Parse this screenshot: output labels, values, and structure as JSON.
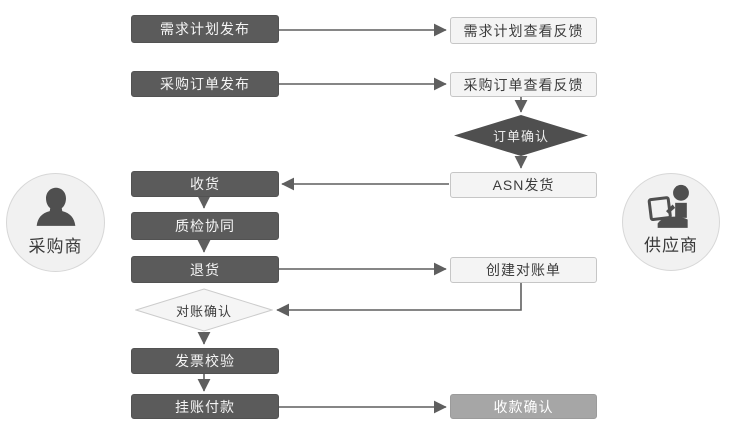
{
  "diagram": {
    "type": "flowchart",
    "colors": {
      "dark_node": "#5b5b5b",
      "dark_diamond": "#4f4f4f",
      "light_node_bg": "#f4f4f4",
      "light_node_border": "#c6c6c6",
      "gray_node": "#a6a6a6",
      "line": "#5f5f5f",
      "text_dark": "#3c3c3c",
      "text_light": "#ffffff",
      "actor_bg": "#f1f1f1",
      "actor_icon": "#4f4f4f"
    }
  },
  "actors": {
    "buyer": {
      "label": "采购商",
      "icon": "person-icon"
    },
    "supplier": {
      "label": "供应商",
      "icon": "person-laptop-icon"
    }
  },
  "left_column": [
    {
      "label": "需求计划发布",
      "type": "process"
    },
    {
      "label": "采购订单发布",
      "type": "process"
    },
    {
      "label": "收货",
      "type": "process"
    },
    {
      "label": "质检协同",
      "type": "process"
    },
    {
      "label": "退货",
      "type": "process"
    },
    {
      "label": "对账确认",
      "type": "decision"
    },
    {
      "label": "发票校验",
      "type": "process"
    },
    {
      "label": "挂账付款",
      "type": "process"
    }
  ],
  "right_column": [
    {
      "label": "需求计划查看反馈",
      "type": "io"
    },
    {
      "label": "采购订单查看反馈",
      "type": "io"
    },
    {
      "label": "订单确认",
      "type": "decision"
    },
    {
      "label": "ASN发货",
      "type": "io"
    },
    {
      "label": "创建对账单",
      "type": "io"
    },
    {
      "label": "收款确认",
      "type": "end"
    }
  ]
}
